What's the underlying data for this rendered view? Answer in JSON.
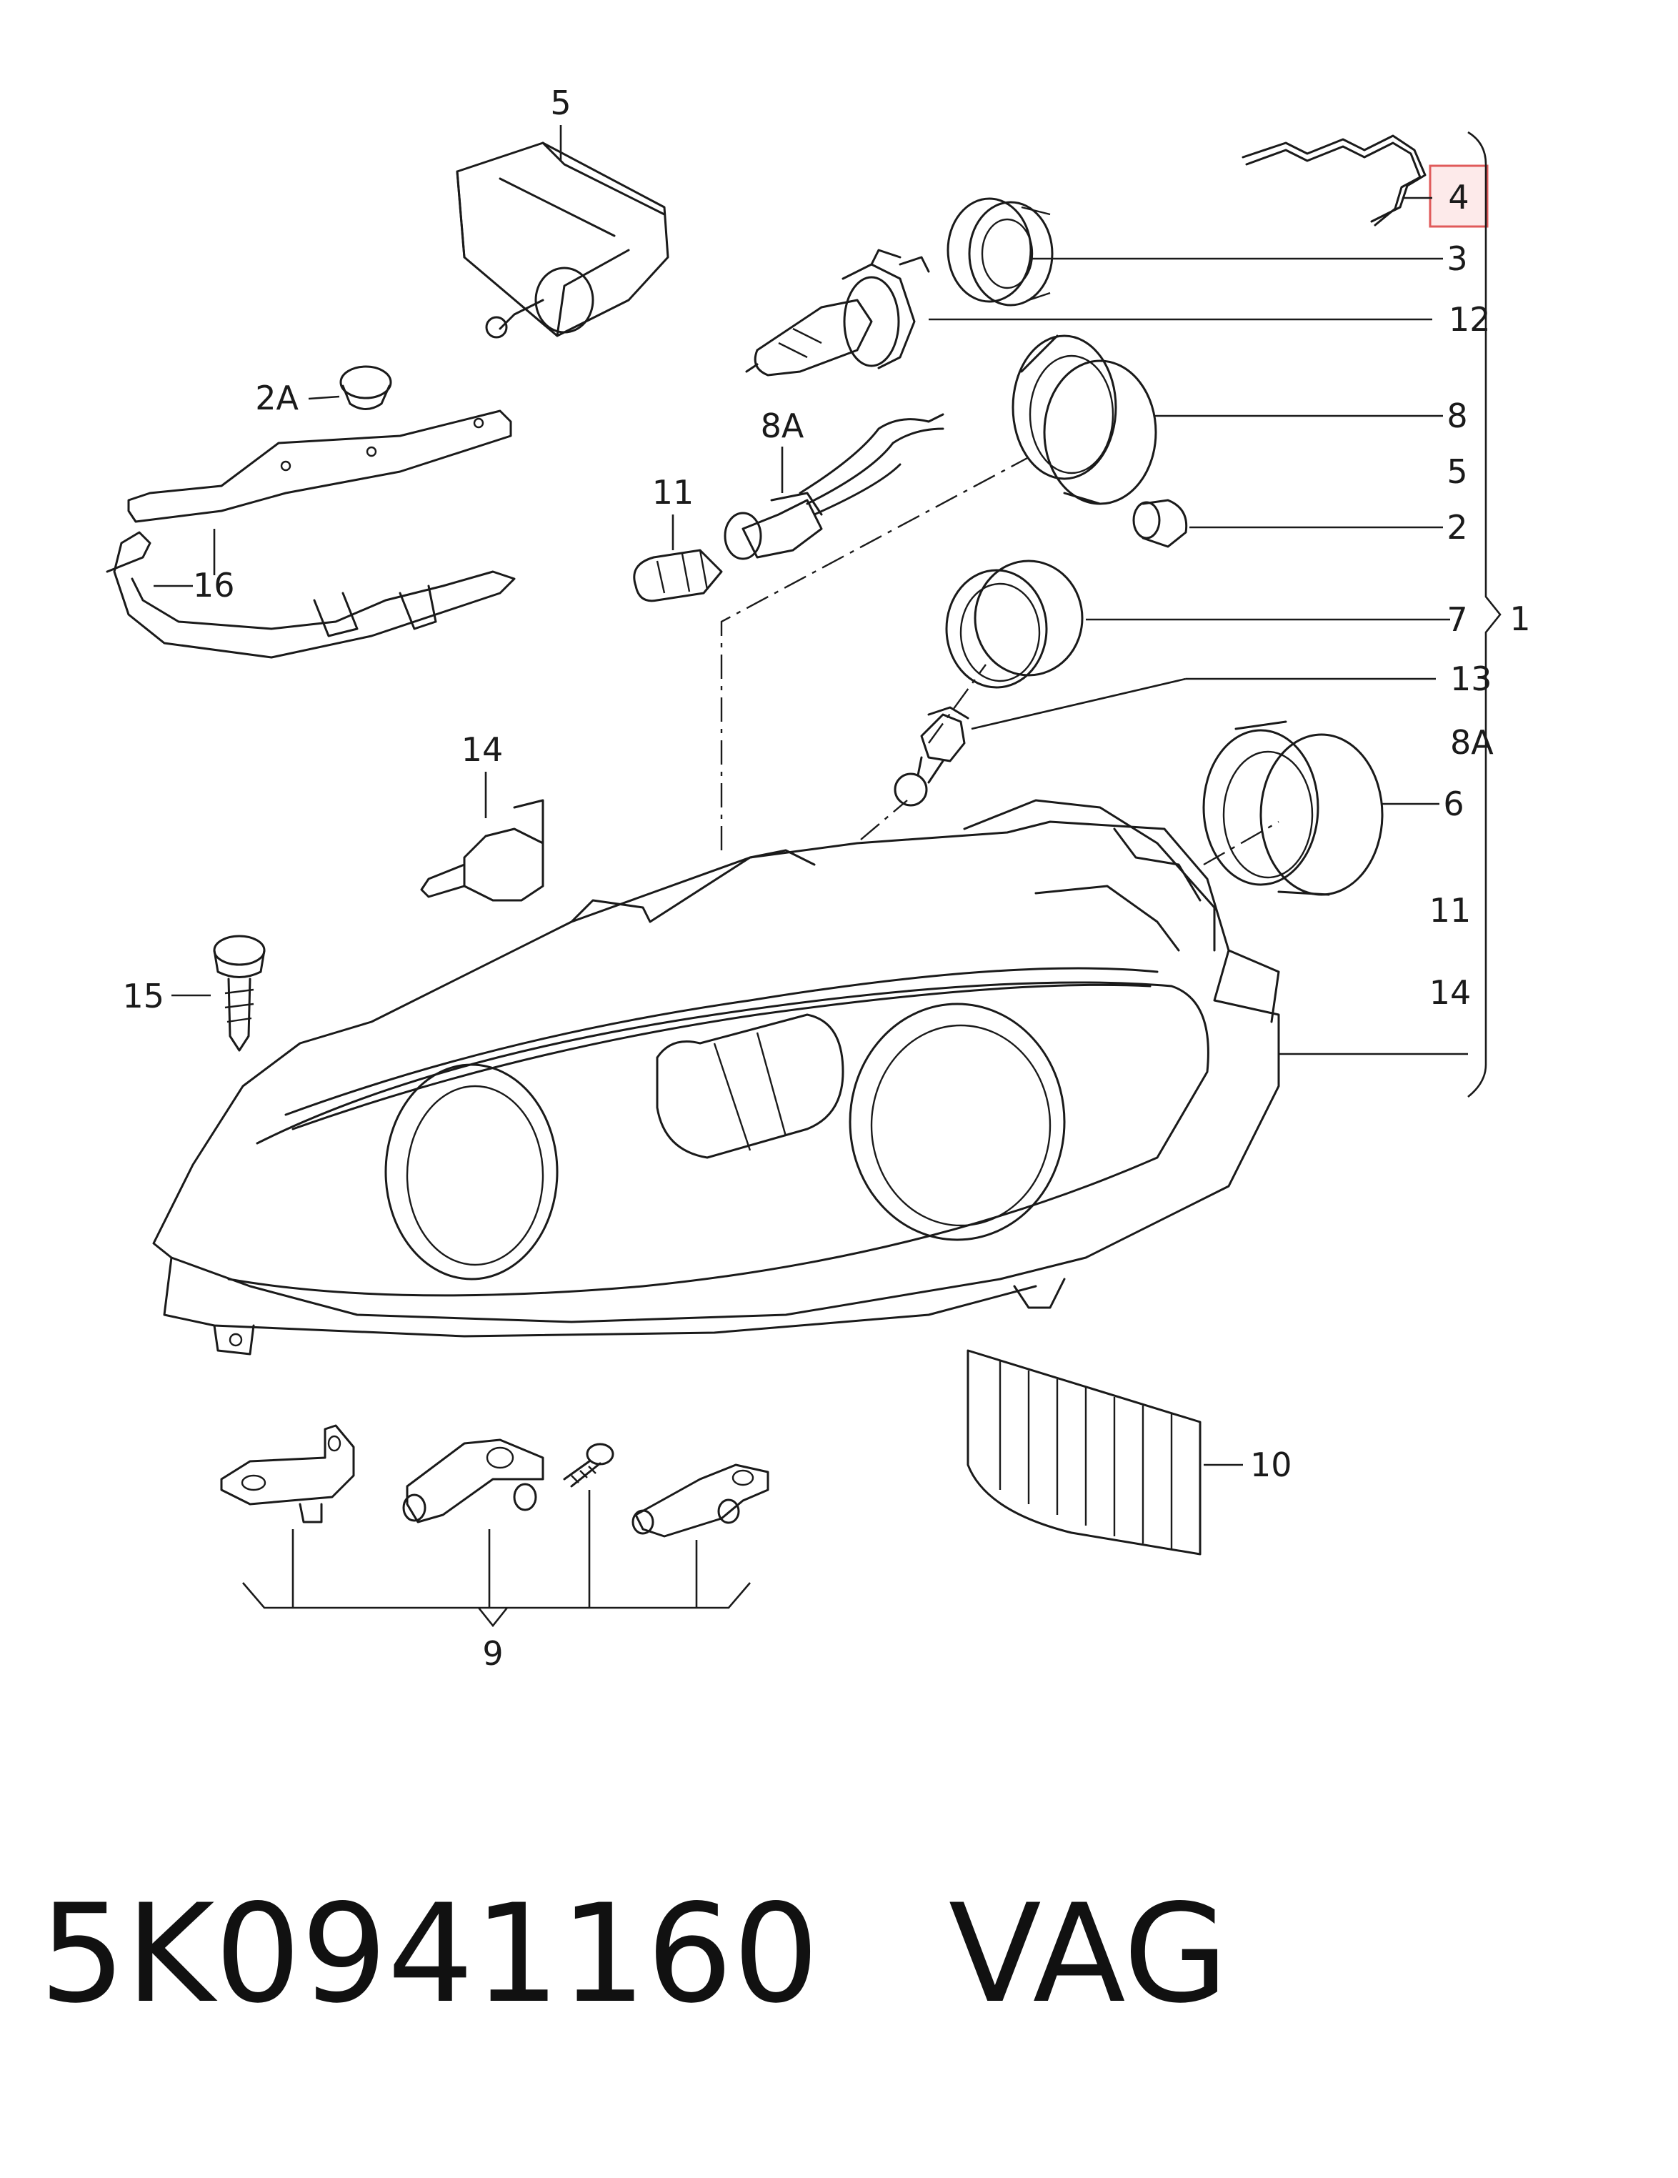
{
  "callouts": {
    "c5_top": "5",
    "c2A": "2A",
    "c16": "16",
    "c8A_left": "8A",
    "c11_left": "11",
    "c14_left": "14",
    "c15": "15",
    "c4": "4",
    "c3": "3",
    "c12": "12",
    "c8": "8",
    "c5_right": "5",
    "c2": "2",
    "c7": "7",
    "c1": "1",
    "c13": "13",
    "c8A_right": "8A",
    "c6": "6",
    "c11_right": "11",
    "c14_right": "14",
    "c10": "10",
    "c9": "9"
  },
  "footer": {
    "part_number": "5K0941160",
    "brand": "VAG"
  },
  "colors": {
    "line": "#1a1a1a",
    "highlight_fill": "#fdeaea",
    "highlight_border": "#e05a5a"
  }
}
